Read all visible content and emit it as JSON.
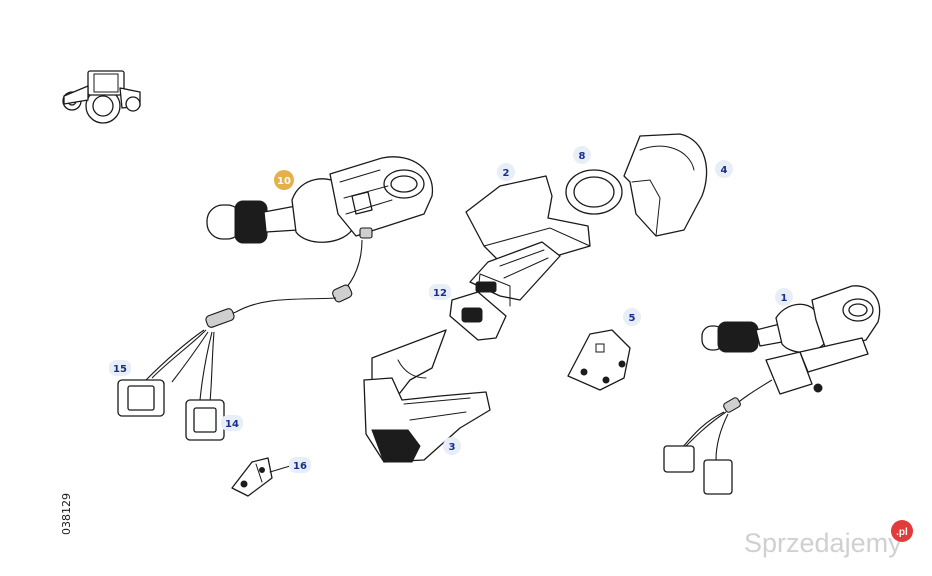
{
  "diagram": {
    "drawing_number": "038129",
    "highlight_color": "#e4b04a",
    "label_color": "#1b2f8a",
    "highlighted_part": "10",
    "callouts": [
      "1",
      "2",
      "3",
      "4",
      "5",
      "8",
      "10",
      "12",
      "14",
      "15",
      "16"
    ],
    "icons": [
      "tractor-icon"
    ]
  },
  "watermark": {
    "text": "Sprzedajemy",
    "badge": ".pl"
  }
}
